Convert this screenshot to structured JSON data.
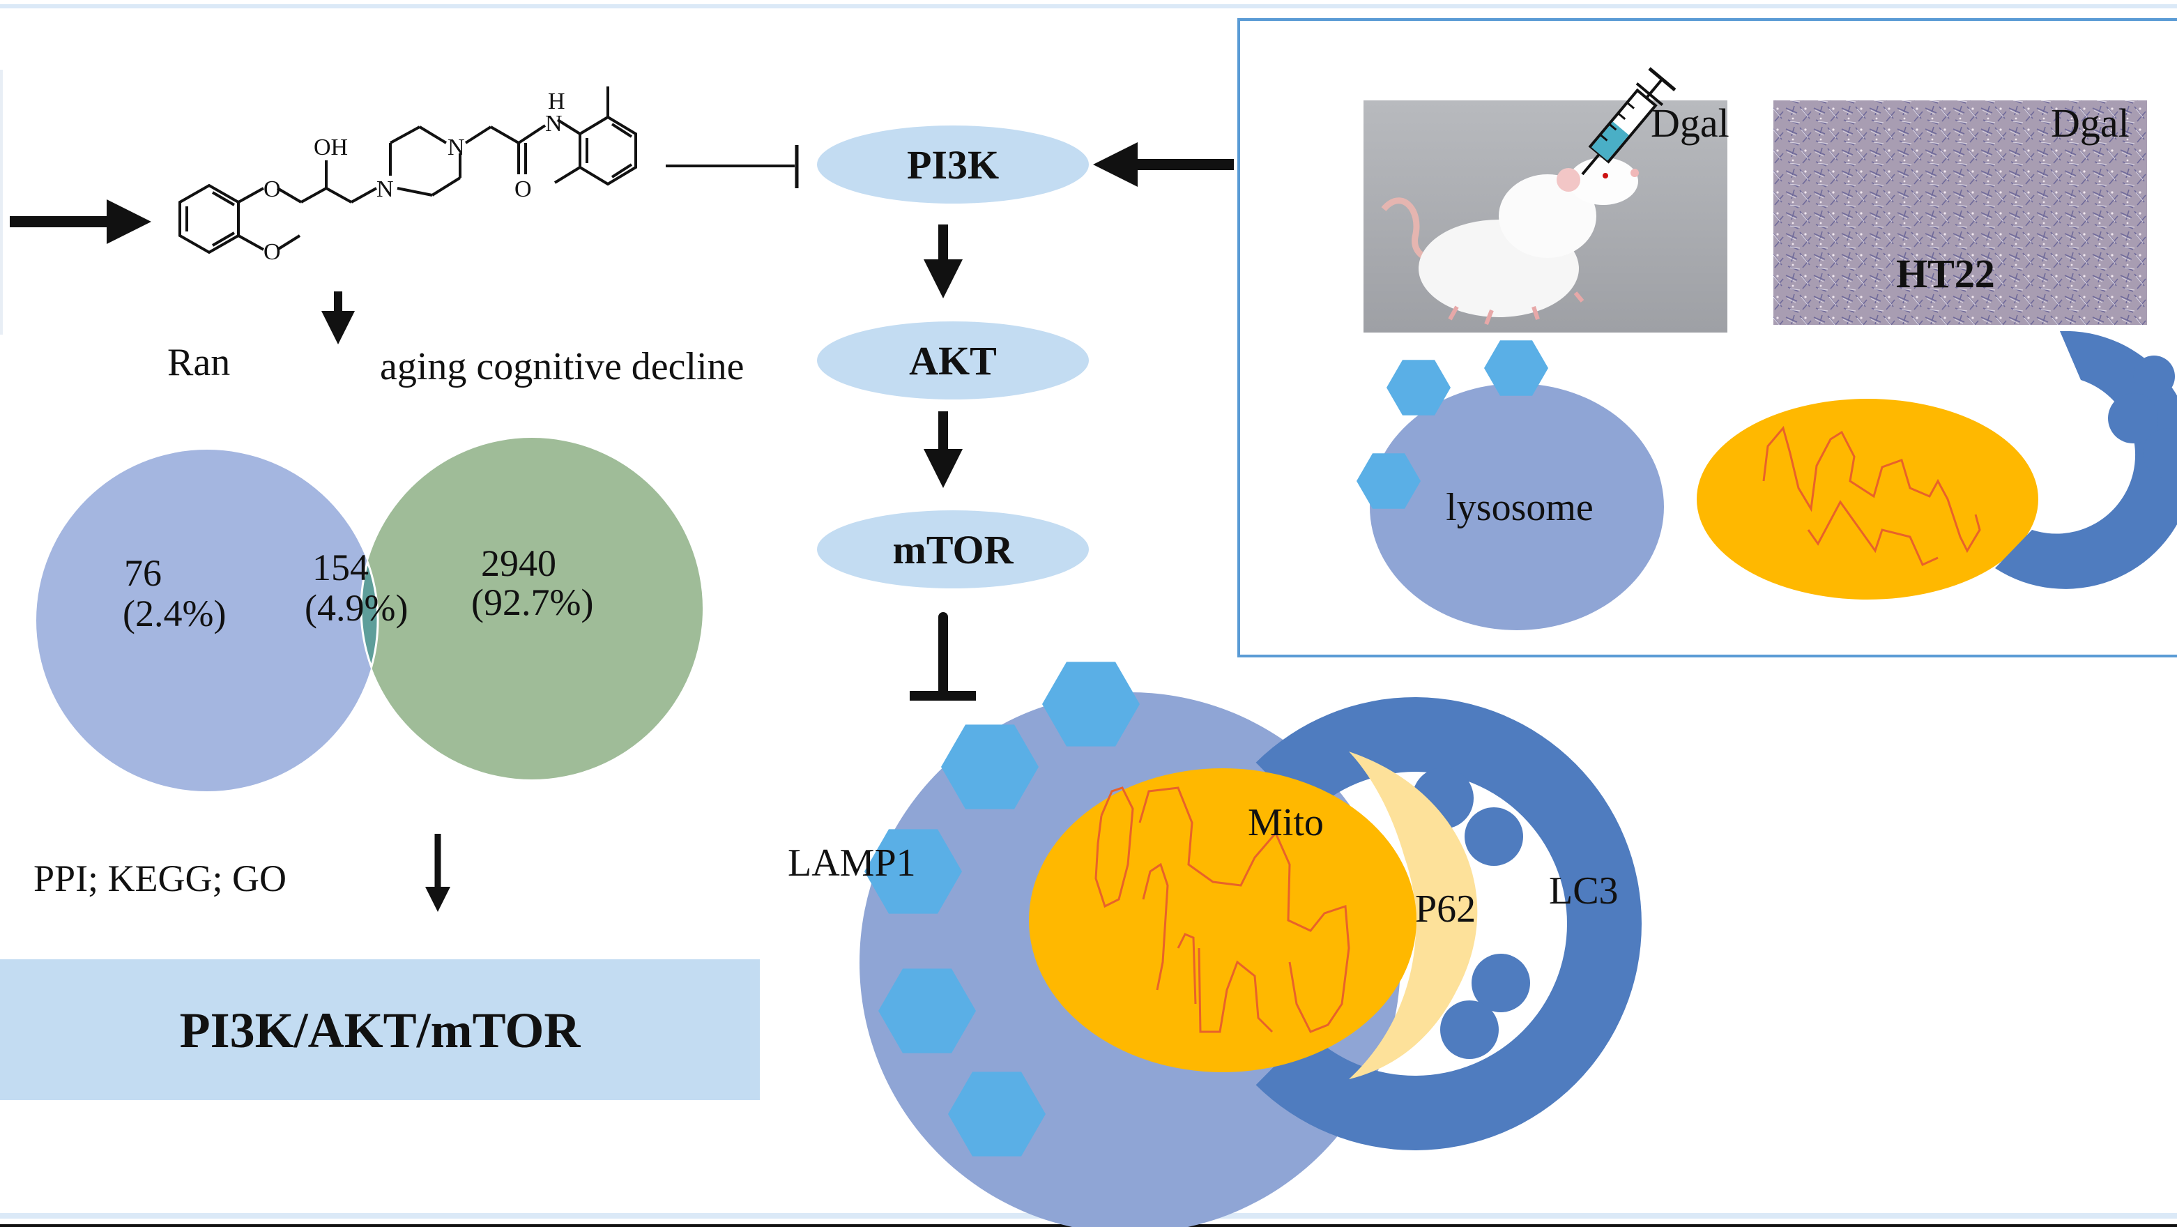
{
  "figure": {
    "drug": {
      "name_label": "Ran",
      "structure_atoms": {
        "oh": "OH",
        "o1": "O",
        "o2": "O",
        "n1": "N",
        "n2": "N",
        "nh_n": "N",
        "nh_h": "H",
        "carbonyl_o": "O"
      }
    },
    "venn": {
      "set_a_label": "Ran",
      "set_b_label": "aging cognitive decline",
      "only_a": {
        "count": "76",
        "percent": "(2.4%)"
      },
      "overlap": {
        "count": "154",
        "percent": "(4.9%)"
      },
      "only_b": {
        "count": "2940",
        "percent": "(92.7%)"
      },
      "colors": {
        "set_a": "#a4b6e0",
        "set_b": "#9fbc98",
        "overlap": "#5e9e9a"
      }
    },
    "analysis_label": "PPI; KEGG; GO",
    "result_box_label": "PI3K/AKT/mTOR",
    "pathway": {
      "nodes": [
        "PI3K",
        "AKT",
        "mTOR"
      ],
      "node_color": "#c3dcf2"
    },
    "model_box": {
      "rat_label": "Dgal",
      "cell_label": "Dgal",
      "cell_line": "HT22",
      "lysosome_label": "lysosome"
    },
    "autophagy": {
      "lamp1_label": "LAMP1",
      "mito_label": "Mito",
      "p62_label": "P62",
      "lc3_label": "LC3",
      "colors": {
        "lysosome": "#8fa5d5",
        "lamp1": "#5aafe6",
        "mito": "#ffb800",
        "cristae": "#e8622a",
        "p62": "#fde19a",
        "lc3": "#4f7cbf"
      }
    }
  }
}
